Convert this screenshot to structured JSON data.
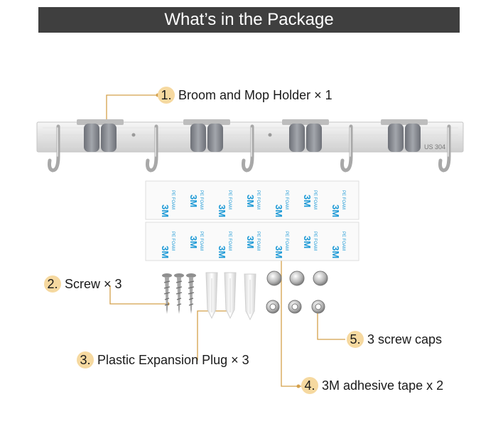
{
  "header": {
    "title": "What’s in the Package"
  },
  "colors": {
    "banner": "#3f3f3f",
    "badge": "#f6d9a0",
    "leader": "#d4a04a",
    "steel": "#e6e6e6",
    "clamp": "#8a8d93",
    "tape_print": "#1e9ad6"
  },
  "callouts": [
    {
      "number": "1.",
      "label": "Broom and Mop Holder × 1"
    },
    {
      "number": "2.",
      "label": "Screw × 3"
    },
    {
      "number": "3.",
      "label": "Plastic Expansion Plug × 3"
    },
    {
      "number": "4.",
      "label": "3M adhesive tape x 2"
    },
    {
      "number": "5.",
      "label": "3 screw caps"
    }
  ],
  "rail": {
    "engraving": "US 304"
  },
  "tape": {
    "print": "3M",
    "sub_print": "PE FOAM"
  },
  "icons": [
    "hook-icon",
    "clamp-icon",
    "screw-icon",
    "expansion-plug-icon",
    "screw-cap-icon",
    "nut-icon"
  ]
}
